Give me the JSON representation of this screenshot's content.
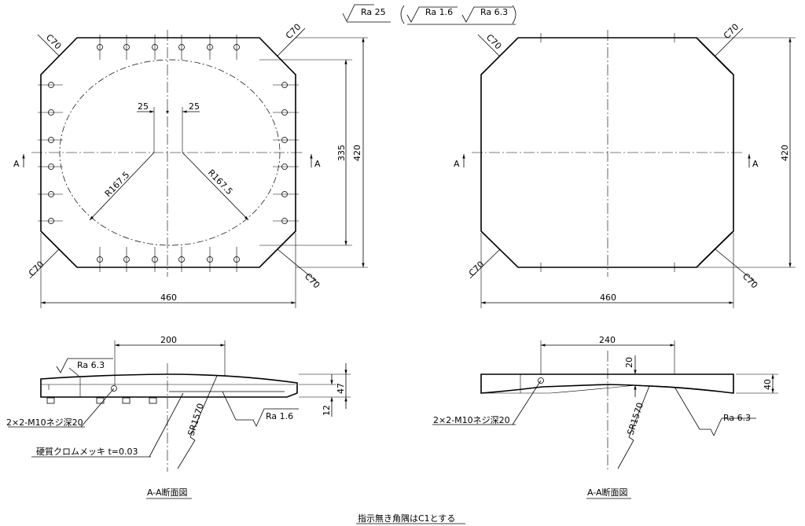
{
  "header": {
    "surface_main": "Ra 25",
    "surface_alt1": "Ra 1.6",
    "surface_alt2": "Ra 6.3"
  },
  "left_plan": {
    "chamfer": "C70",
    "hole_offset": "25",
    "radius": "R167.5",
    "height_inner": "335",
    "height_outer": "420",
    "width": "460",
    "section_mark": "A"
  },
  "right_plan": {
    "chamfer": "C70",
    "height": "420",
    "width": "460",
    "section_mark": "A"
  },
  "left_section": {
    "length": "200",
    "top_finish": "Ra 6.3",
    "bottom_finish": "Ra 1.6",
    "thread_note": "2×2-M10ネジ深20",
    "plating_note": "硬質クロムメッキ t=0.03",
    "sphere_radius": "SR1570",
    "thickness_total": "47",
    "thickness_lower": "12",
    "caption": "A-A断面図"
  },
  "right_section": {
    "length": "240",
    "depth": "20",
    "finish": "Ra 6.3",
    "thread_note": "2×2-M10ネジ深20",
    "sphere_radius": "SR1570",
    "thickness": "40",
    "caption": "A-A断面図"
  },
  "footer": {
    "note": "指示無き角隅はC1とする"
  }
}
